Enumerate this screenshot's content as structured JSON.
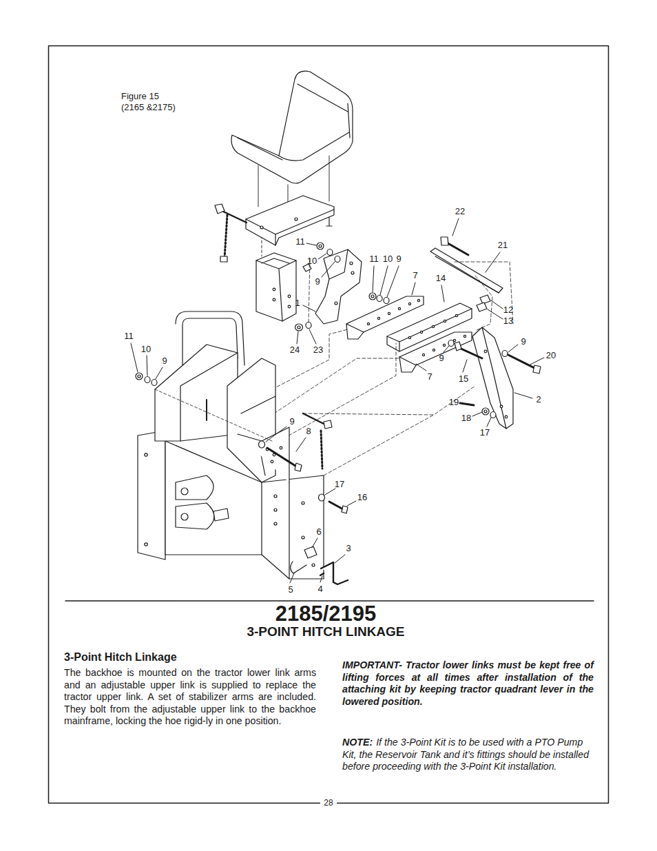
{
  "diagram": {
    "title": "2185/2195",
    "labels": [
      "22",
      "21",
      "11",
      "10",
      "9",
      "11",
      "10",
      "9",
      "7",
      "14",
      "12",
      "13",
      "1",
      "24",
      "23",
      "11",
      "10",
      "9",
      "9",
      "20",
      "9",
      "15",
      "7",
      "2",
      "19",
      "18",
      "17",
      "9",
      "8",
      "17",
      "16",
      "6",
      "3",
      "5",
      "4",
      "Figure 15 (2165 &2175)",
      "3-POINT HITCH LINKAGE",
      "3-Point Hitch Linkage",
      "The backhoe is mounted on the tractor lower link arms and an adjustable upper link is supplied to replace the tractor upper link. A set of stabilizer arms are included. They bolt from the adjustable upper link to the backhoe mainframe, locking the hoe rigid-ly in one position.",
      "IMPORTANT- Tractor lower links must be kept free of lifting forces at all times after installation of the attaching kit by keeping tractor quadrant lever in the lowered position.",
      "NOTE:",
      "If the 3-Point Kit is to be used with a PTO Pump Kit, the Reservoir Tank and it’s fittings should be installed before proceeding with the 3-Point Kit installation.",
      "28"
    ]
  }
}
